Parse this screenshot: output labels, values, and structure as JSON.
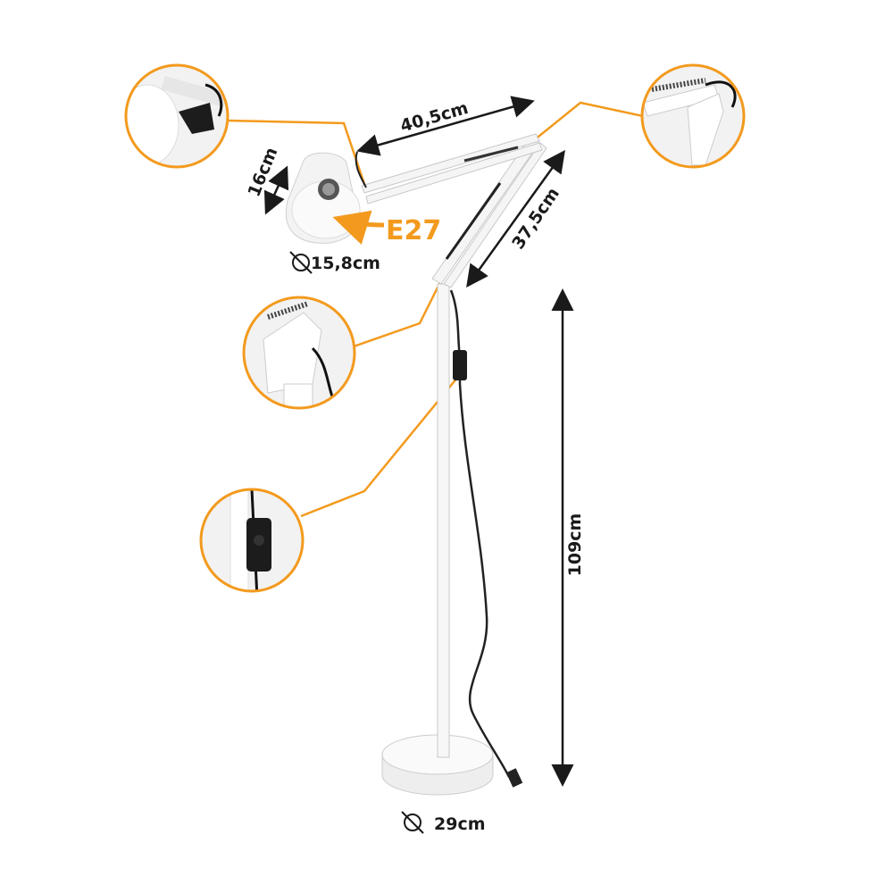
{
  "colors": {
    "accent": "#f39a1e",
    "ink": "#1a1a1a",
    "lamp": "#f4f4f4"
  },
  "dimensions": {
    "upper_arm": "40,5cm",
    "shade_height": "16cm",
    "socket": "E27",
    "shade_diameter": "15,8cm",
    "lower_arm": "37,5cm",
    "pole_height": "109cm",
    "base_diameter": "29cm"
  },
  "icons": {
    "diameter": "diameter-symbol"
  }
}
